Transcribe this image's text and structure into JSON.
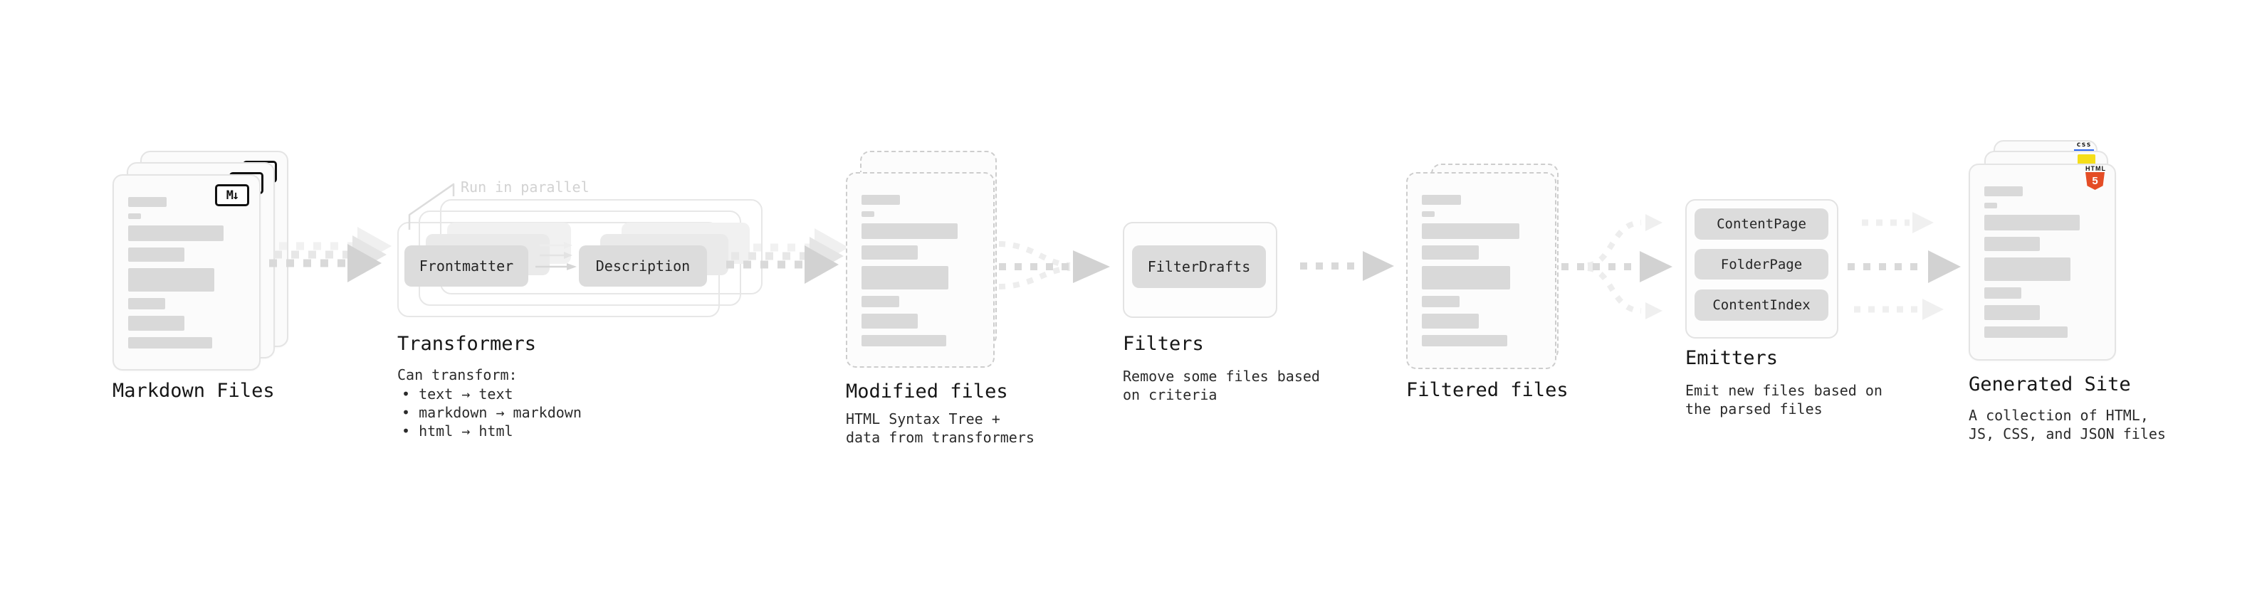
{
  "stations": {
    "markdown_files": {
      "title": "Markdown Files",
      "badge": "M↓"
    },
    "transformers": {
      "title": "Transformers",
      "callout": "Run in parallel",
      "step_a": "Frontmatter",
      "step_b": "Description",
      "desc_heading": "Can transform:",
      "bullets": [
        "• text → text",
        "• markdown → markdown",
        "• html → html"
      ]
    },
    "modified_files": {
      "title": "Modified files",
      "desc": "HTML Syntax Tree +\ndata from transformers"
    },
    "filters": {
      "title": "Filters",
      "step": "FilterDrafts",
      "desc": "Remove some files based\non criteria"
    },
    "filtered_files": {
      "title": "Filtered files"
    },
    "emitters": {
      "title": "Emitters",
      "steps": [
        "ContentPage",
        "FolderPage",
        "ContentIndex"
      ],
      "desc": "Emit new files based on\nthe parsed files"
    },
    "generated_site": {
      "title": "Generated Site",
      "desc": "A collection of HTML,\nJS, CSS, and JSON files",
      "html5_text": "HTML",
      "html5_five": "5",
      "css_text": "css"
    }
  },
  "colors": {
    "html5_orange": "#e44d26",
    "js_yellow": "#f5de19",
    "css_blue": "#2965f1",
    "arrow_grey": "#d9d9d9"
  }
}
